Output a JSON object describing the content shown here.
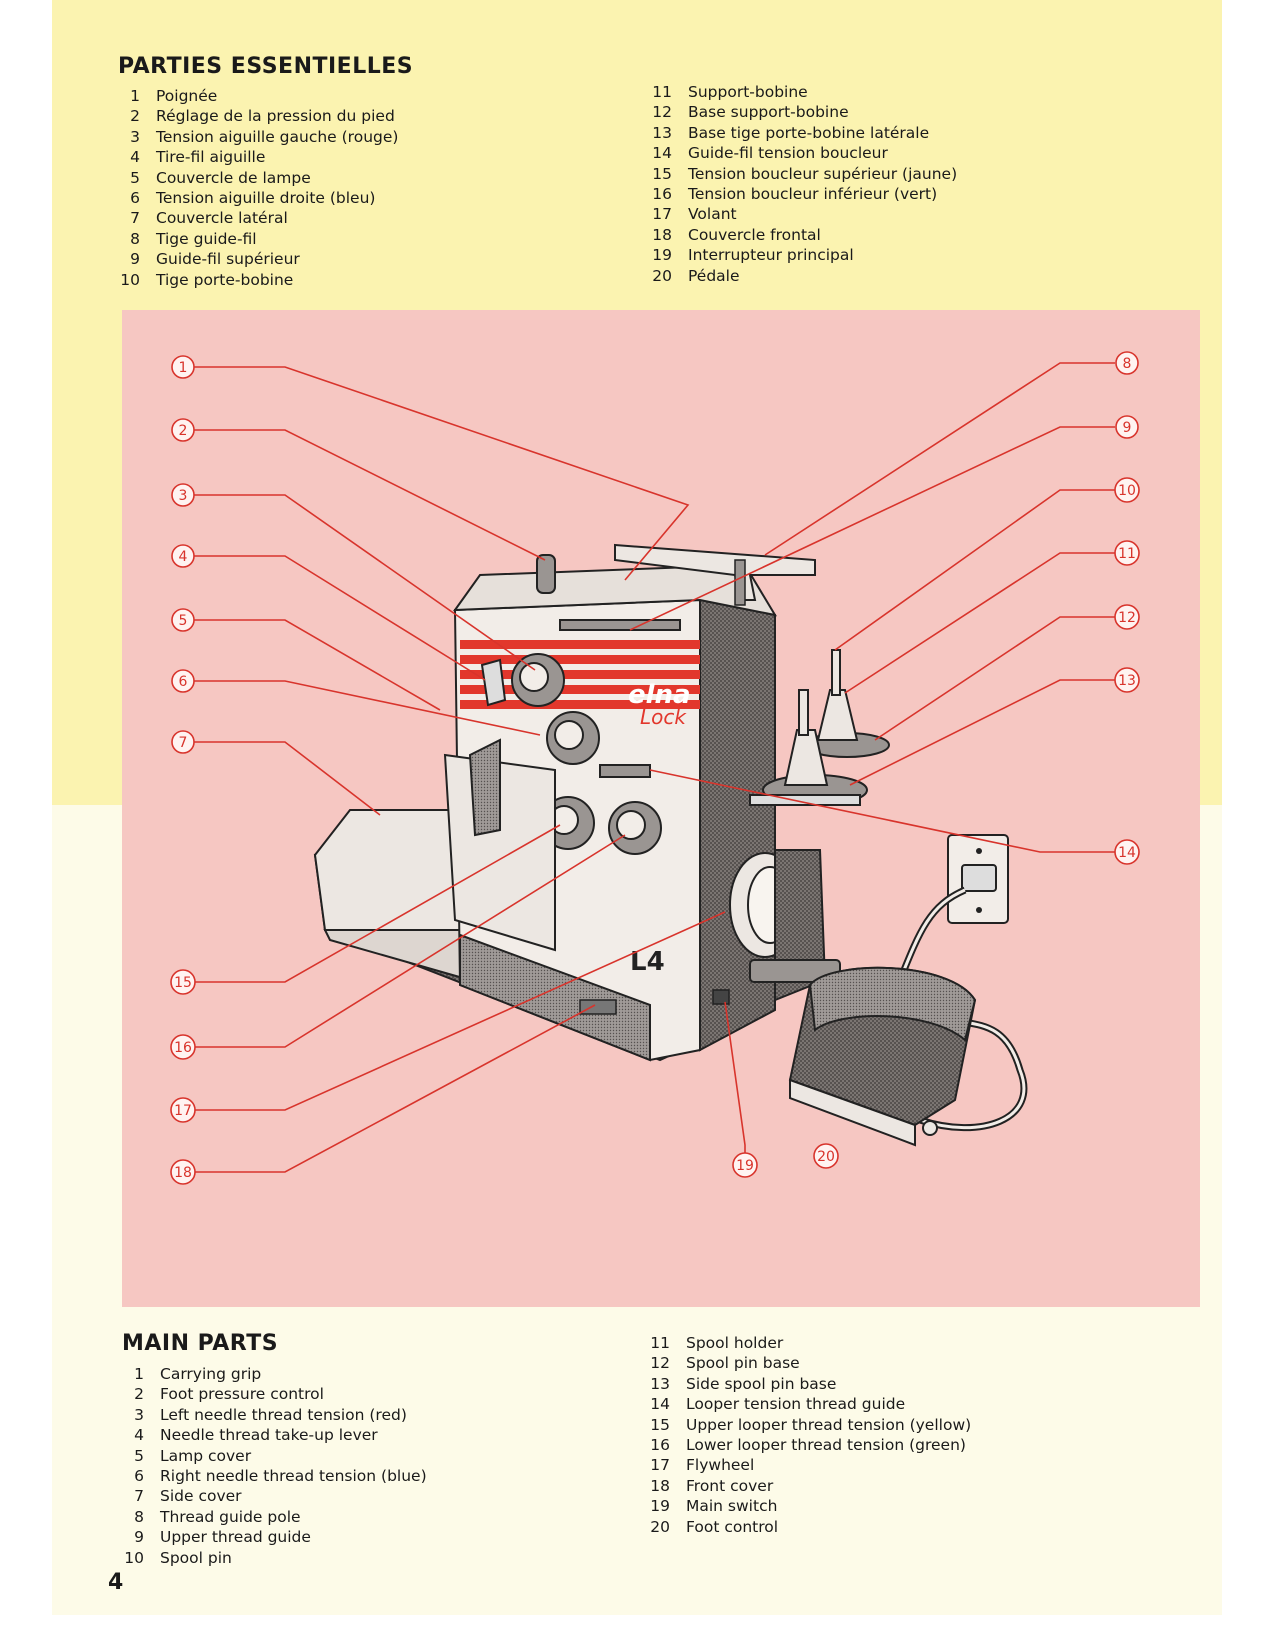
{
  "french": {
    "title": "PARTIES ESSENTIELLES",
    "items": [
      {
        "num": "1",
        "label": "Poignée"
      },
      {
        "num": "2",
        "label": "Réglage de la pression du pied"
      },
      {
        "num": "3",
        "label": "Tension aiguille gauche (rouge)"
      },
      {
        "num": "4",
        "label": "Tire-fil aiguille"
      },
      {
        "num": "5",
        "label": "Couvercle de lampe"
      },
      {
        "num": "6",
        "label": "Tension aiguille droite (bleu)"
      },
      {
        "num": "7",
        "label": "Couvercle latéral"
      },
      {
        "num": "8",
        "label": "Tige guide-fil"
      },
      {
        "num": "9",
        "label": "Guide-fil supérieur"
      },
      {
        "num": "10",
        "label": "Tige porte-bobine"
      },
      {
        "num": "11",
        "label": "Support-bobine"
      },
      {
        "num": "12",
        "label": "Base support-bobine"
      },
      {
        "num": "13",
        "label": "Base tige porte-bobine latérale"
      },
      {
        "num": "14",
        "label": "Guide-fil tension boucleur"
      },
      {
        "num": "15",
        "label": "Tension boucleur supérieur (jaune)"
      },
      {
        "num": "16",
        "label": "Tension boucleur inférieur (vert)"
      },
      {
        "num": "17",
        "label": "Volant"
      },
      {
        "num": "18",
        "label": "Couvercle frontal"
      },
      {
        "num": "19",
        "label": "Interrupteur principal"
      },
      {
        "num": "20",
        "label": "Pédale"
      }
    ]
  },
  "english": {
    "title": "MAIN PARTS",
    "items": [
      {
        "num": "1",
        "label": "Carrying grip"
      },
      {
        "num": "2",
        "label": "Foot pressure control"
      },
      {
        "num": "3",
        "label": "Left needle thread tension (red)"
      },
      {
        "num": "4",
        "label": "Needle thread take-up lever"
      },
      {
        "num": "5",
        "label": "Lamp cover"
      },
      {
        "num": "6",
        "label": "Right needle thread tension (blue)"
      },
      {
        "num": "7",
        "label": "Side cover"
      },
      {
        "num": "8",
        "label": "Thread guide pole"
      },
      {
        "num": "9",
        "label": "Upper thread guide"
      },
      {
        "num": "10",
        "label": "Spool pin"
      },
      {
        "num": "11",
        "label": "Spool holder"
      },
      {
        "num": "12",
        "label": "Spool pin base"
      },
      {
        "num": "13",
        "label": "Side spool pin base"
      },
      {
        "num": "14",
        "label": "Looper tension thread guide"
      },
      {
        "num": "15",
        "label": "Upper looper thread tension (yellow)"
      },
      {
        "num": "16",
        "label": "Lower looper thread tension (green)"
      },
      {
        "num": "17",
        "label": "Flywheel"
      },
      {
        "num": "18",
        "label": "Front cover"
      },
      {
        "num": "19",
        "label": "Main switch"
      },
      {
        "num": "20",
        "label": "Foot control"
      }
    ]
  },
  "machine": {
    "brand_line1": "elna",
    "brand_line2": "Lock",
    "model": "L4"
  },
  "callouts": [
    "1",
    "2",
    "3",
    "4",
    "5",
    "6",
    "7",
    "8",
    "9",
    "10",
    "11",
    "12",
    "13",
    "14",
    "15",
    "16",
    "17",
    "18",
    "19",
    "20"
  ],
  "page_number": "4",
  "colors": {
    "header_band": "#fbf3b0",
    "diagram_panel": "#f6c7c2",
    "callout_red": "#d8342c",
    "brand_stripe": "#e2372c"
  }
}
